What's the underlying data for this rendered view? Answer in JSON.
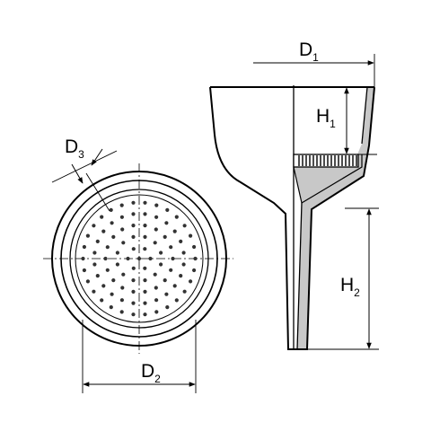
{
  "labels": {
    "d1": {
      "main": "D",
      "sub": "1"
    },
    "d2": {
      "main": "D",
      "sub": "2"
    },
    "d3": {
      "main": "D",
      "sub": "3"
    },
    "h1": {
      "main": "H",
      "sub": "1"
    },
    "h2": {
      "main": "H",
      "sub": "2"
    }
  },
  "colors": {
    "stroke": "#000000",
    "glass_fill": "#c8c8c8",
    "hole_fill": "#333333",
    "background": "#ffffff"
  },
  "plate": {
    "rings": [
      1,
      2,
      3,
      4,
      5
    ],
    "holes_per_ring": [
      6,
      12,
      18,
      24,
      30
    ]
  }
}
